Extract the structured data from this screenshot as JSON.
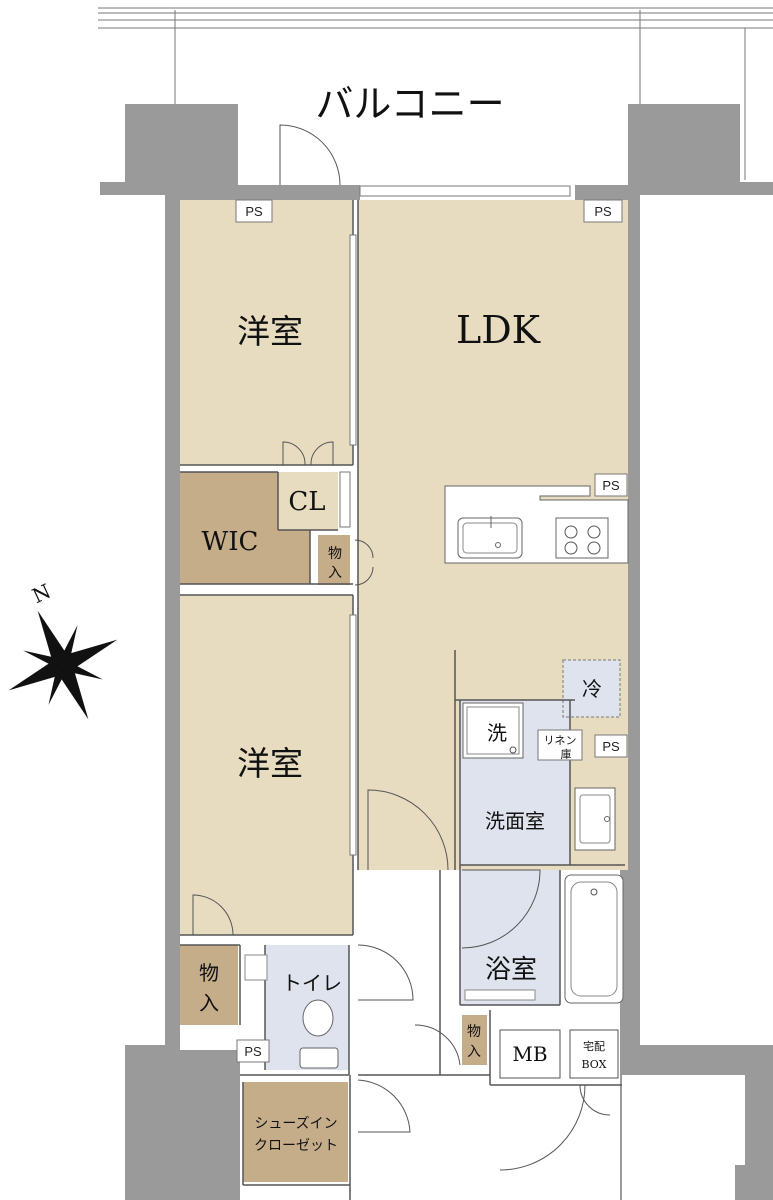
{
  "colors": {
    "tan_room": "#e8dcc0",
    "brown_storage": "#c6ad8a",
    "wet_area": "#dfe3ee",
    "wall": "#9a9a9a",
    "white": "#ffffff"
  },
  "labels": {
    "balcony": "バルコニー",
    "ldk": "LDK",
    "western_room_1": "洋室",
    "western_room_2": "洋室",
    "closet": "CL",
    "wic": "WIC",
    "storage_small": "物",
    "storage_small_2": "入",
    "storage_toilet_1": "物",
    "storage_toilet_2": "入",
    "storage_entry_1": "物",
    "storage_entry_2": "入",
    "fridge": "冷",
    "washer": "洗",
    "linen_1": "リネン",
    "linen_2": "庫",
    "washroom": "洗面室",
    "bathroom": "浴室",
    "toilet": "トイレ",
    "mb": "MB",
    "delivery_box_1": "宅配",
    "delivery_box_2": "BOX",
    "shoe_closet_1": "シューズイン",
    "shoe_closet_2": "クローゼット",
    "ps": "PS",
    "north": "N"
  },
  "icons": [
    "compass-rose-icon",
    "sink-icon",
    "stove-icon",
    "washing-machine-icon",
    "bathtub-icon",
    "toilet-icon",
    "washbasin-icon"
  ]
}
